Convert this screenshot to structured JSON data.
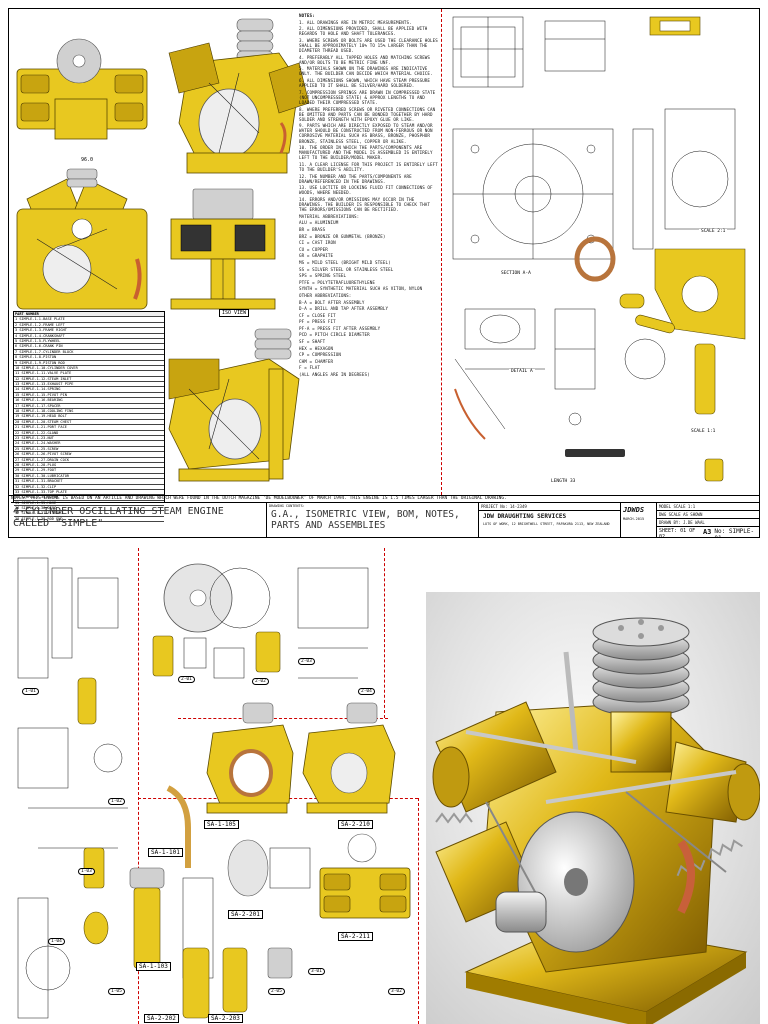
{
  "sheet1": {
    "notes_title": "NOTES:",
    "notes": [
      "1. ALL DRAWINGS ARE IN METRIC MEASUREMENTS.",
      "2. ALL DIMENSIONS PROVIDED, SHALL BE APPLIED WITH REGARDS TO HOLE AND SHAFT TOLERANCES.",
      "3. WHERE SCREWS OR BOLTS ARE USED THE CLEARANCE HOLES SHALL BE APPROXIMATELY 10% TO 15% LARGER THAN THE DIAMETER THREAD USED.",
      "4. PREFERABLY ALL TAPPED HOLES AND MATCHING SCREWS AND/OR BOLTS TO BE METRIC FINE UNF.",
      "5. MATERIALS SHOWN ON THE DRAWINGS ARE INDICATIVE ONLY. THE BUILDER CAN DECIDE WHICH MATERIAL CHOICE.",
      "6. ALL DIMENSIONS SHOWN, WHICH HAVE STEAM PRESSURE APPLIED TO IT SHALL BE SILVER/HARD SOLDERED.",
      "7. COMPRESSION SPRINGS ARE DRAWN IN COMPRESSED STATE (NOT UNCOMPRESSED STATE) & APPROX LENGTHS TO AND LOADED THEIR COMPRESSED STATE.",
      "8. WHERE PREFERRED SCREWS OR RIVETED CONNECTIONS CAN BE OMITTED AND PARTS CAN BE BONDED TOGETHER BY HARD SOLDER AND STRENGTH WITH EPOXY GLUE OR LIKE.",
      "9. PARTS WHICH ARE DIRECTLY EXPOSED TO STEAM AND/OR WATER SHOULD BE CONSTRUCTED FROM NON-FERROUS OR NON CORROSIVE MATERIAL SUCH AS BRASS, BRONZE, PHOSPHOR BRONZE, STAINLESS STEEL, COPPER OR ALIKE.",
      "10. THE ORDER IN WHICH THE PARTS/COMPONENTS ARE MANUFACTURED AND THE MODEL IS ASSEMBLED IS ENTIRELY LEFT TO THE BUILDER/MODEL MAKER.",
      "11. A CLEAR LICENSE FOR THIS PROJECT IS ENTIRELY LEFT TO THE BUILDER'S ABILITY.",
      "12. THE NUMBER AND THE PARTS/COMPONENTS ARE DRAWN/REFERENCED IN THE DRAWINGS.",
      "13. USE LOCTITE OR LOCKING FLUID FIT CONNECTIONS OF WOODS, WHERE NEEDED.",
      "14. ERRORS AND/OR OMISSIONS MAY OCCUR IN THE DRAWINGS. THE BUILDER IS RESPONSIBLE TO CHECK THAT THE ERRORS/OMISSIONS CAN BE RECTIFIED.",
      "MATERIAL ABBREVIATIONS:",
      "ALU = ALUMINIUM",
      "BR = BRASS",
      "BRZ = BRONZE OR GUNMETAL (BRONZE)",
      "CI = CAST IRON",
      "CU = COPPER",
      "GR = GRAPHITE",
      "MS = MILD STEEL (BRIGHT MILD STEEL)",
      "SS = SILVER STEEL OR STAINLESS STEEL",
      "SPS = SPRING STEEL",
      "PTFE = POLYTETRAFLUORETHYLENE",
      "SYNTH = SYNTHETIC MATERIAL SUCH AS VITON, NYLON",
      "OTHER ABBREVIATIONS:",
      "B-A = BOLT AFTER ASSEMBLY",
      "D-A = DRILL AND TAP AFTER ASSEMBLY",
      "CF = CLOSE FIT",
      "PF = PRESS FIT",
      "PF-A = PRESS FIT AFTER ASSEMBLY",
      "PCD = PITCH CIRCLE DIAMETER",
      "SF = SHAFT",
      "HEX = HEXAGON",
      "CP = COMPRESSION",
      "CHM = CHAMFER",
      "F = FLAT",
      "(ALL ANGLES ARE IN DEGREES)"
    ],
    "bom_title": "PART NUMBER",
    "bom_rows": [
      "1 SIMPLE-1-1-BASE PLATE",
      "2 SIMPLE-1-2-FRAME LEFT",
      "3 SIMPLE-1-3-FRAME RIGHT",
      "4 SIMPLE-1-4-CRANKSHAFT",
      "5 SIMPLE-1-5-FLYWHEEL",
      "6 SIMPLE-1-6-CRANK PIN",
      "7 SIMPLE-1-7-CYLINDER BLOCK",
      "8 SIMPLE-1-8-PISTON",
      "9 SIMPLE-1-9-PISTON ROD",
      "10 SIMPLE-1-10-CYLINDER COVER",
      "11 SIMPLE-1-11-VALVE PLATE",
      "12 SIMPLE-1-12-STEAM INLET",
      "13 SIMPLE-1-13-EXHAUST PIPE",
      "14 SIMPLE-1-14-SPRING",
      "15 SIMPLE-1-15-PIVOT PIN",
      "16 SIMPLE-1-16-BEARING",
      "17 SIMPLE-1-17-SPACER",
      "18 SIMPLE-1-18-COOLING FINS",
      "19 SIMPLE-1-19-HEAD BOLT",
      "20 SIMPLE-1-20-STEAM CHEST",
      "21 SIMPLE-1-21-PORT FACE",
      "22 SIMPLE-1-22-GLAND",
      "23 SIMPLE-1-23-NUT",
      "24 SIMPLE-1-24-WASHER",
      "25 SIMPLE-1-25-SCREW",
      "26 SIMPLE-1-26-PIVOT SCREW",
      "27 SIMPLE-1-27-DRAIN COCK",
      "28 SIMPLE-1-28-PLUG",
      "29 SIMPLE-1-29-FOOT",
      "30 SIMPLE-1-30-LUBRICATOR",
      "31 SIMPLE-1-31-BRACKET",
      "32 SIMPLE-1-32-CLIP",
      "33 SIMPLE-1-33-TOP PLATE",
      "34 SIMPLE-1-34-COVER",
      "35 SIMPLE-1-35-HOSE",
      "36 SIMPLE-1-36-DISC",
      "37 SIMPLE-1-37-FITTING",
      "38 SIMPLE-1-38-ROD END"
    ],
    "bottom_note": "NOTES: THIS ENGINE IS BASED ON AN ARTICLE AND DRAWING WHICH WERE FOUND IN THE DUTCH MAGAZINE 'DE MODELBOUWER' OF MARCH 1994. THIS ENGINE IS 1.5 TIMES LARGER THAN THE ORIGINAL DRAWING.",
    "title_main": "4-CYLINDER OSCILLATING STEAM ENGINE CALLED \"SIMPLE\"",
    "title_desc_label": "DRAWING CONTENTS:",
    "title_desc": "G.A., ISOMETRIC VIEW, BOM, NOTES, PARTS AND ASSEMBLIES",
    "project_label": "PROJECT No: 14-2349",
    "company": "JDW DRAUGHTING SERVICES",
    "address": "LOTS OF WORK, 12 BRIGHTWELL STREET, PAPAKURA 2113, NEW ZEALAND",
    "logo": "JDWDS",
    "model_scale": "MODEL SCALE 1:1",
    "dwg_scale": "DWG SCALE AS SHOWN",
    "date": "MARCH-2015",
    "drawn_by": "DRAWN BY: J.DE WAAL",
    "sheet": "SHEET: 01 OF 02",
    "size": "A3",
    "dwg_no": "No: SIMPLE-01",
    "section_labels": [
      "SECTION A-A",
      "DETAIL A",
      "SCALE 2:1",
      "SCALE 1:1",
      "LENGTH 33"
    ]
  },
  "sheet2": {
    "assembly_labels": [
      "SA-1-105",
      "SA-2-210",
      "SA-1-101",
      "SA-2-201",
      "SA-2-211",
      "SA-1-103",
      "SA-2-202",
      "SA-2-203"
    ],
    "part_labels": [
      "1-01",
      "1-02",
      "1-03",
      "1-04",
      "1-05",
      "2-01",
      "2-02",
      "2-03",
      "2-04",
      "2-05",
      "3-01",
      "3-02"
    ]
  }
}
